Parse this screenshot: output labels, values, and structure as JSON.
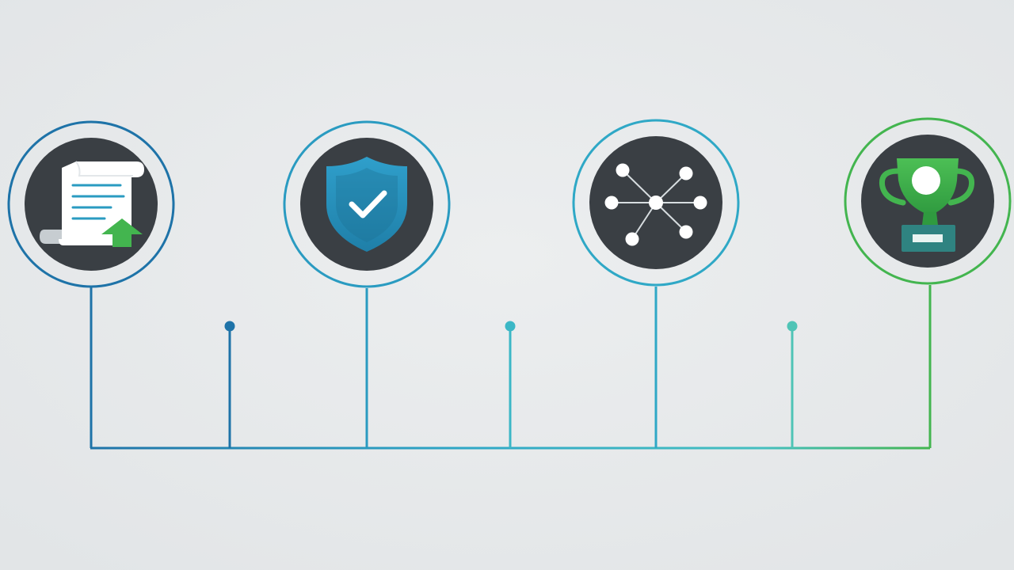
{
  "colors": {
    "background": "#e7e9ea",
    "badge_fill": "#3a3f44",
    "blue_dark": "#1e73a8",
    "blue_mid": "#2a9bc1",
    "teal": "#3bb7c6",
    "teal_light": "#4fc4b6",
    "green": "#43b54f",
    "paper": "#ffffff",
    "paper_shadow": "#c7cdd1"
  },
  "timeline": {
    "milestones": [
      {
        "id": "document-upload",
        "icon": "document-upload-icon",
        "ring_color": "#1e73a8"
      },
      {
        "id": "security-check",
        "icon": "shield-check-icon",
        "ring_color": "#2a9bc1"
      },
      {
        "id": "network",
        "icon": "network-nodes-icon",
        "ring_color": "#2fa8c6"
      },
      {
        "id": "trophy",
        "icon": "trophy-icon",
        "ring_color": "#43b54f"
      }
    ],
    "minor_ticks": [
      {
        "id": "tick-1",
        "color": "#1e73a8"
      },
      {
        "id": "tick-2",
        "color": "#3bb7c6"
      },
      {
        "id": "tick-3",
        "color": "#4fc4b6"
      }
    ]
  }
}
